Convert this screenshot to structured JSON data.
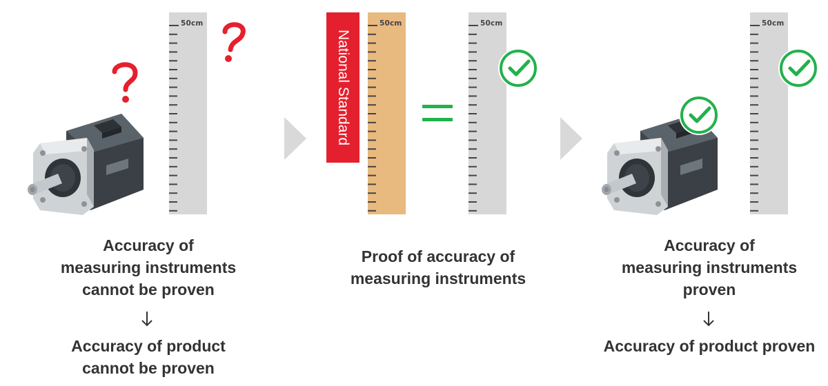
{
  "ruler_unit_label": "50cm",
  "standard_label": "National Standard",
  "captions": {
    "left": {
      "lines": [
        "Accuracy of",
        "measuring instruments",
        "cannot be proven"
      ],
      "sub_lines": [
        "Accuracy of product",
        "cannot be proven"
      ]
    },
    "middle": {
      "lines": [
        "Proof of accuracy of",
        "measuring instruments"
      ]
    },
    "right": {
      "lines": [
        "Accuracy of",
        "measuring instruments",
        "proven"
      ],
      "sub_lines": [
        "Accuracy of product proven"
      ]
    }
  },
  "colors": {
    "ruler_gray": "#d7d7d7",
    "ruler_orange": "#e8ba80",
    "standard_red": "#e5202e",
    "question_red": "#e5202e",
    "check_green": "#22b14c",
    "equals_green": "#22b14c",
    "chevron_gray": "#d9d9d9",
    "text_dark": "#333333"
  },
  "icons": [
    "question-mark-icon",
    "check-circle-icon",
    "motor-icon",
    "chevron-right-icon",
    "equals-icon",
    "down-arrow-icon"
  ]
}
